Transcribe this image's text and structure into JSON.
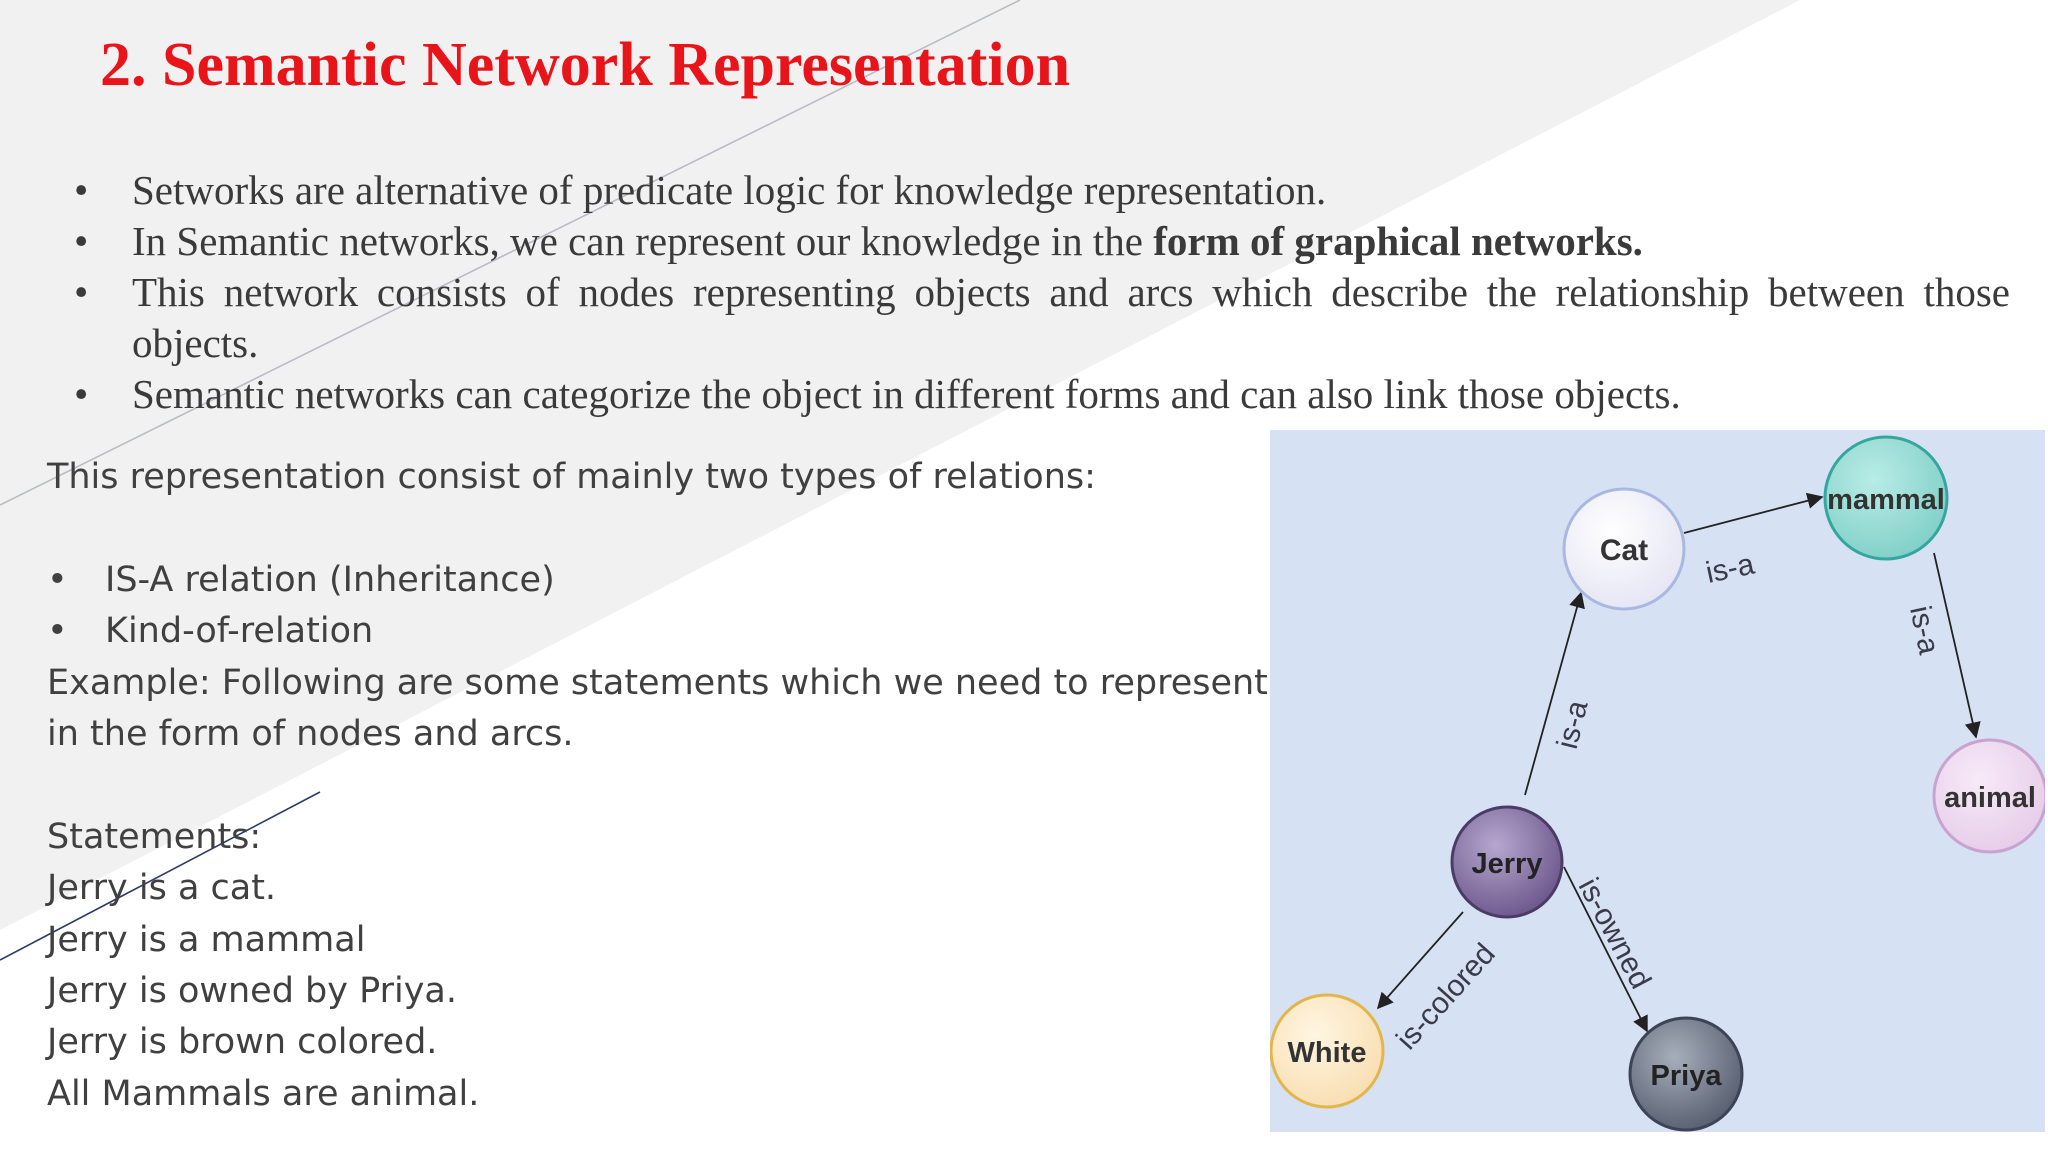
{
  "slide": {
    "title": "2. Semantic Network Representation",
    "bullets": [
      {
        "text": "Setworks are alternative of predicate logic for knowledge representation.",
        "bold": ""
      },
      {
        "text": " In Semantic networks, we can represent our knowledge in the ",
        "bold": "form of graphical networks."
      },
      {
        "text": "This network consists of nodes representing objects and arcs which describe the relationship between those objects.",
        "bold": ""
      },
      {
        "text": "Semantic networks can categorize the object in different forms and can also link those objects.",
        "bold": ""
      }
    ],
    "bullet_symbol": "•",
    "intro": "This representation consist of mainly two types of relations:",
    "relations": [
      "IS-A relation (Inheritance)",
      "Kind-of-relation"
    ],
    "example": [
      "Example: Following are some statements which we need to represent",
      "in the form of nodes and arcs."
    ],
    "statements_heading": "Statements:",
    "statements": [
      "Jerry is a cat.",
      "Jerry is a mammal",
      "Jerry is owned by Priya.",
      "Jerry is brown colored.",
      "All Mammals are animal."
    ]
  },
  "diagram": {
    "nodes": {
      "cat": "Cat",
      "mammal": "mammal",
      "animal": "animal",
      "jerry": "Jerry",
      "white": "White",
      "priya": "Priya"
    },
    "edges": {
      "cat_mammal": "is-a",
      "mammal_animal": "is-a",
      "jerry_cat": "is-a",
      "jerry_priya": "is-owned",
      "jerry_white": "is-colored"
    },
    "colors": {
      "background": "#d6e2f3",
      "cat": "#ececf8",
      "mammal": "#8ad6d0",
      "animal": "#f0ddf2",
      "jerry": "#6e5a8e",
      "white": "#fbe8c0",
      "priya": "#5e6678",
      "title": "#e8141a"
    }
  }
}
